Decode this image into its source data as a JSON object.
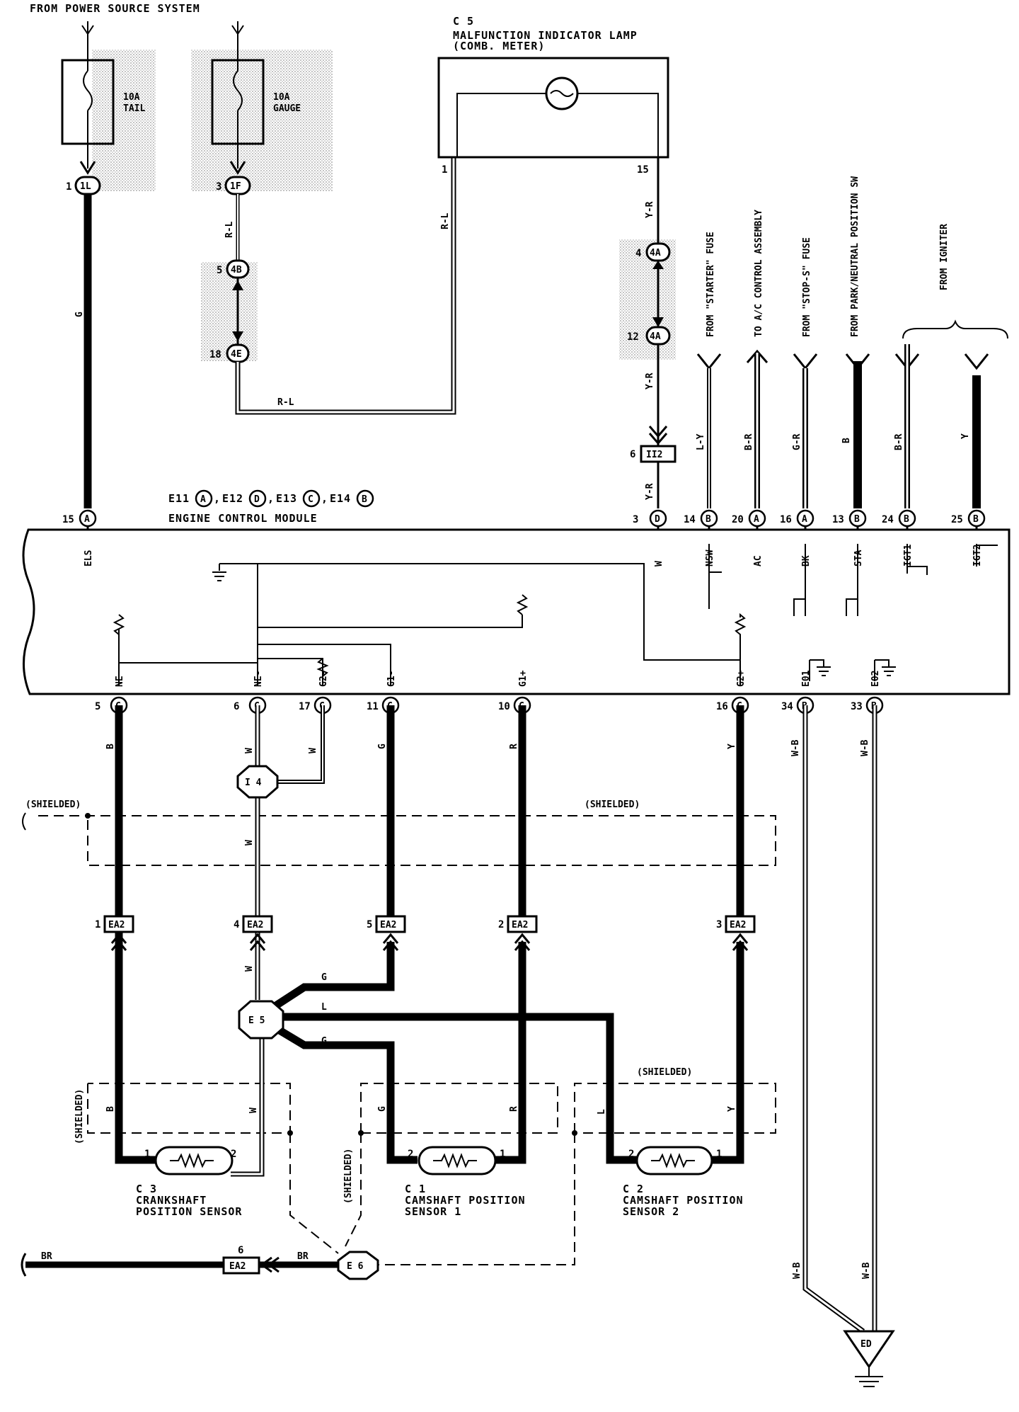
{
  "header": {
    "source": "FROM POWER SOURCE SYSTEM"
  },
  "fuses": {
    "tail": {
      "rating": "10A",
      "name": "TAIL",
      "pin": "1",
      "conn": "1L"
    },
    "gauge": {
      "rating": "10A",
      "name": "GAUGE",
      "pin": "3",
      "conn": "1F"
    }
  },
  "mil": {
    "code": "C 5",
    "title": "MALFUNCTION INDICATOR LAMP",
    "subtitle": "(COMB. METER)",
    "pin_left": "1",
    "pin_right": "15"
  },
  "wires": {
    "g": "G",
    "rl": "R-L",
    "yr": "Y-R",
    "ly": "L-Y",
    "br": "B-R",
    "gr": "G-R",
    "b": "B",
    "y": "Y",
    "w": "W",
    "r": "R",
    "l": "L",
    "wb": "W-B",
    "brn": "BR"
  },
  "junctions": {
    "j4b": {
      "pin": "5",
      "conn": "4B"
    },
    "j4e": {
      "pin": "18",
      "conn": "4E"
    },
    "j4a_top": {
      "pin": "4",
      "conn": "4A"
    },
    "j4a_bot": {
      "pin": "12",
      "conn": "4A"
    },
    "ii2": {
      "pin": "6",
      "conn": "II2"
    }
  },
  "externals": {
    "starter": "FROM \"STARTER\" FUSE",
    "ac": "TO A/C CONTROL ASSEMBLY",
    "stop": "FROM \"STOP-S\" FUSE",
    "park": "FROM PARK/NEUTRAL POSITION SW",
    "igniter": "FROM IGNITER"
  },
  "ecm": {
    "connectors": "E11",
    "c_a": "A",
    "e12": "E12",
    "c_d": "D",
    "e13": "E13",
    "c_c": "C",
    "e14": "E14",
    "c_b": "B",
    "title": "ENGINE CONTROL MODULE",
    "top_pins": [
      {
        "num": "15",
        "conn": "A",
        "term": "ELS"
      },
      {
        "num": "3",
        "conn": "D",
        "term": "W"
      },
      {
        "num": "14",
        "conn": "B",
        "term": "NSW"
      },
      {
        "num": "20",
        "conn": "A",
        "term": "AC"
      },
      {
        "num": "16",
        "conn": "A",
        "term": "BK"
      },
      {
        "num": "13",
        "conn": "B",
        "term": "STA"
      },
      {
        "num": "24",
        "conn": "B",
        "term": "IGT1"
      },
      {
        "num": "25",
        "conn": "B",
        "term": "IGT2"
      }
    ],
    "bottom_pins": [
      {
        "num": "5",
        "conn": "C",
        "term": "NE"
      },
      {
        "num": "6",
        "conn": "C",
        "term": "NE-"
      },
      {
        "num": "17",
        "conn": "C",
        "term": "G2-"
      },
      {
        "num": "11",
        "conn": "C",
        "term": "G1-"
      },
      {
        "num": "10",
        "conn": "C",
        "term": "G1+"
      },
      {
        "num": "16",
        "conn": "C",
        "term": "G2+"
      },
      {
        "num": "34",
        "conn": "B",
        "term": "E01"
      },
      {
        "num": "33",
        "conn": "B",
        "term": "E02"
      }
    ]
  },
  "shield": {
    "label": "(SHIELDED)"
  },
  "ea2": [
    {
      "pin": "1",
      "conn": "EA2"
    },
    {
      "pin": "4",
      "conn": "EA2"
    },
    {
      "pin": "5",
      "conn": "EA2"
    },
    {
      "pin": "2",
      "conn": "EA2"
    },
    {
      "pin": "3",
      "conn": "EA2"
    },
    {
      "pin": "6",
      "conn": "EA2"
    }
  ],
  "splices": {
    "i4": "I 4",
    "e5": "E 5",
    "e6": "E 6",
    "ed": "ED"
  },
  "sensors": {
    "c3": {
      "code": "C 3",
      "line1": "CRANKSHAFT",
      "line2": "POSITION SENSOR",
      "p1": "1",
      "p2": "2"
    },
    "c1": {
      "code": "C 1",
      "line1": "CAMSHAFT POSITION",
      "line2": "SENSOR 1",
      "p1": "2",
      "p2": "1"
    },
    "c2": {
      "code": "C 2",
      "line1": "CAMSHAFT POSITION",
      "line2": "SENSOR 2",
      "p1": "2",
      "p2": "1"
    }
  }
}
